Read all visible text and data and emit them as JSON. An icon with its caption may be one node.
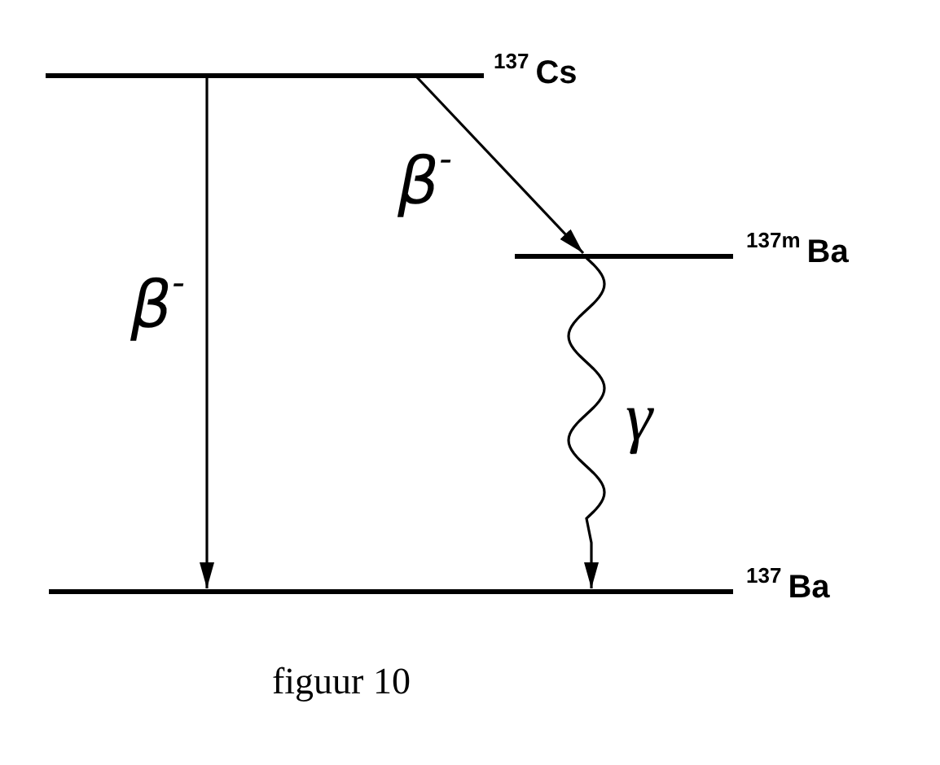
{
  "diagram": {
    "caption": "figuur 10",
    "nodes": [
      {
        "text": [
          "$^{137}$Cs"
        ]
      },
      {
        "text": [
          "$^{137m}$Ba"
        ]
      },
      {
        "text": [
          "$^{137}$Ba"
        ]
      }
    ],
    "edges": [
      {
        "from": 0,
        "to": 2,
        "arrow": "to",
        "label": "β$^{-}$"
      },
      {
        "from": 0,
        "to": 1,
        "arrow": "to",
        "label": "β$^{-}$"
      },
      {
        "from": 1,
        "to": 2,
        "arrow": "to",
        "label": "γ"
      }
    ]
  }
}
